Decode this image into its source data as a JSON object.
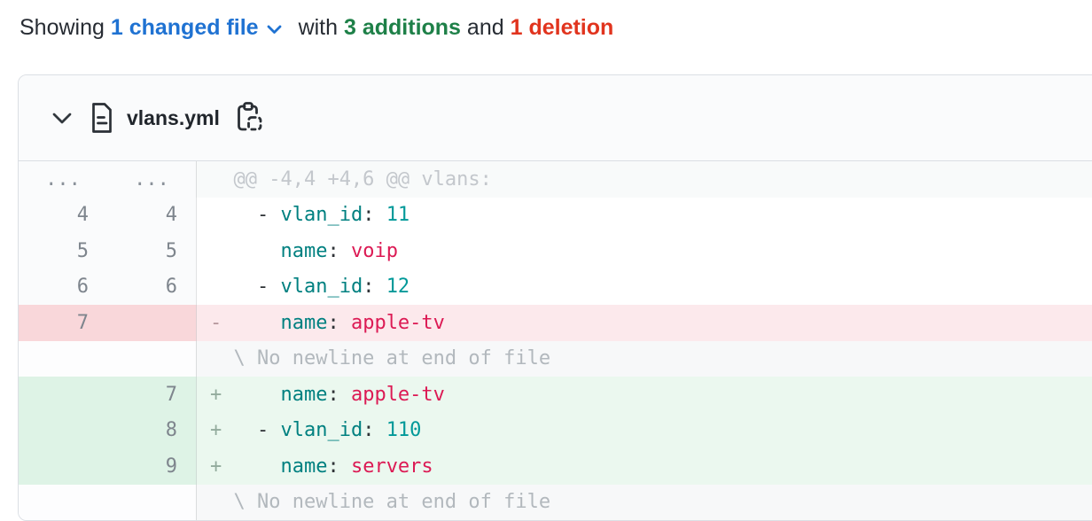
{
  "summary": {
    "prefix": "Showing",
    "changed_files_label": "1 changed file",
    "middle": "with",
    "additions_label": "3 additions",
    "conjunction": "and",
    "deletions_label": "1 deletion"
  },
  "file": {
    "name": "vlans.yml",
    "icons": [
      "chevron-down-icon",
      "file-document-icon",
      "copy-to-clipboard-icon"
    ]
  },
  "colors": {
    "link_blue": "#1f72d2",
    "additions_green": "#1e8048",
    "deletions_red": "#e1341e",
    "key_teal": "#008080",
    "number_teal": "#009999",
    "string_red": "#dc1a54",
    "punct": "#2f3337",
    "hunk_text": "#c3c7cc",
    "meta_text": "#b2b8bd",
    "line_num": "#7e858d",
    "gutter_bg": "#fafbfc",
    "hunk_bg": "#f8fafa",
    "meta_code_bg": "#f7f8f9",
    "del_gutter": "#f9d7da",
    "del_code": "#fce9ec",
    "del_marker": "#b5979c",
    "add_gutter": "#def3e6",
    "add_code": "#ebf8ef",
    "add_marker": "#93ab9d",
    "header_bg": "#fafbfc",
    "card_border": "#dbdfe4"
  },
  "diff": {
    "hunk_header": "@@ -4,4 +4,6 @@ vlans:",
    "rows": [
      {
        "type": "hunk",
        "old": "...",
        "new": "...",
        "marker": "",
        "segments": [
          {
            "text": "@@ -4,4 +4,6 @@ vlans:",
            "color": "hunk_text"
          }
        ]
      },
      {
        "type": "context",
        "old": "4",
        "new": "4",
        "marker": "",
        "segments": [
          {
            "text": "  - ",
            "color": "punct"
          },
          {
            "text": "vlan_id",
            "color": "key_teal"
          },
          {
            "text": ": ",
            "color": "punct"
          },
          {
            "text": "11",
            "color": "number_teal"
          }
        ]
      },
      {
        "type": "context",
        "old": "5",
        "new": "5",
        "marker": "",
        "segments": [
          {
            "text": "    ",
            "color": "punct"
          },
          {
            "text": "name",
            "color": "key_teal"
          },
          {
            "text": ": ",
            "color": "punct"
          },
          {
            "text": "voip",
            "color": "string_red"
          }
        ]
      },
      {
        "type": "context",
        "old": "6",
        "new": "6",
        "marker": "",
        "segments": [
          {
            "text": "  - ",
            "color": "punct"
          },
          {
            "text": "vlan_id",
            "color": "key_teal"
          },
          {
            "text": ": ",
            "color": "punct"
          },
          {
            "text": "12",
            "color": "number_teal"
          }
        ]
      },
      {
        "type": "deletion",
        "old": "7",
        "new": "",
        "marker": "-",
        "segments": [
          {
            "text": "    ",
            "color": "punct"
          },
          {
            "text": "name",
            "color": "key_teal"
          },
          {
            "text": ": ",
            "color": "punct"
          },
          {
            "text": "apple-tv",
            "color": "string_red"
          }
        ]
      },
      {
        "type": "meta",
        "old": "",
        "new": "",
        "marker": "",
        "segments": [
          {
            "text": "\\ No newline at end of file",
            "color": "meta_text"
          }
        ]
      },
      {
        "type": "addition",
        "old": "",
        "new": "7",
        "marker": "+",
        "segments": [
          {
            "text": "    ",
            "color": "punct"
          },
          {
            "text": "name",
            "color": "key_teal"
          },
          {
            "text": ": ",
            "color": "punct"
          },
          {
            "text": "apple-tv",
            "color": "string_red"
          }
        ]
      },
      {
        "type": "addition",
        "old": "",
        "new": "8",
        "marker": "+",
        "segments": [
          {
            "text": "  - ",
            "color": "punct"
          },
          {
            "text": "vlan_id",
            "color": "key_teal"
          },
          {
            "text": ": ",
            "color": "punct"
          },
          {
            "text": "110",
            "color": "number_teal"
          }
        ]
      },
      {
        "type": "addition",
        "old": "",
        "new": "9",
        "marker": "+",
        "segments": [
          {
            "text": "    ",
            "color": "punct"
          },
          {
            "text": "name",
            "color": "key_teal"
          },
          {
            "text": ": ",
            "color": "punct"
          },
          {
            "text": "servers",
            "color": "string_red"
          }
        ]
      },
      {
        "type": "meta",
        "old": "",
        "new": "",
        "marker": "",
        "segments": [
          {
            "text": "\\ No newline at end of file",
            "color": "meta_text"
          }
        ]
      }
    ]
  }
}
